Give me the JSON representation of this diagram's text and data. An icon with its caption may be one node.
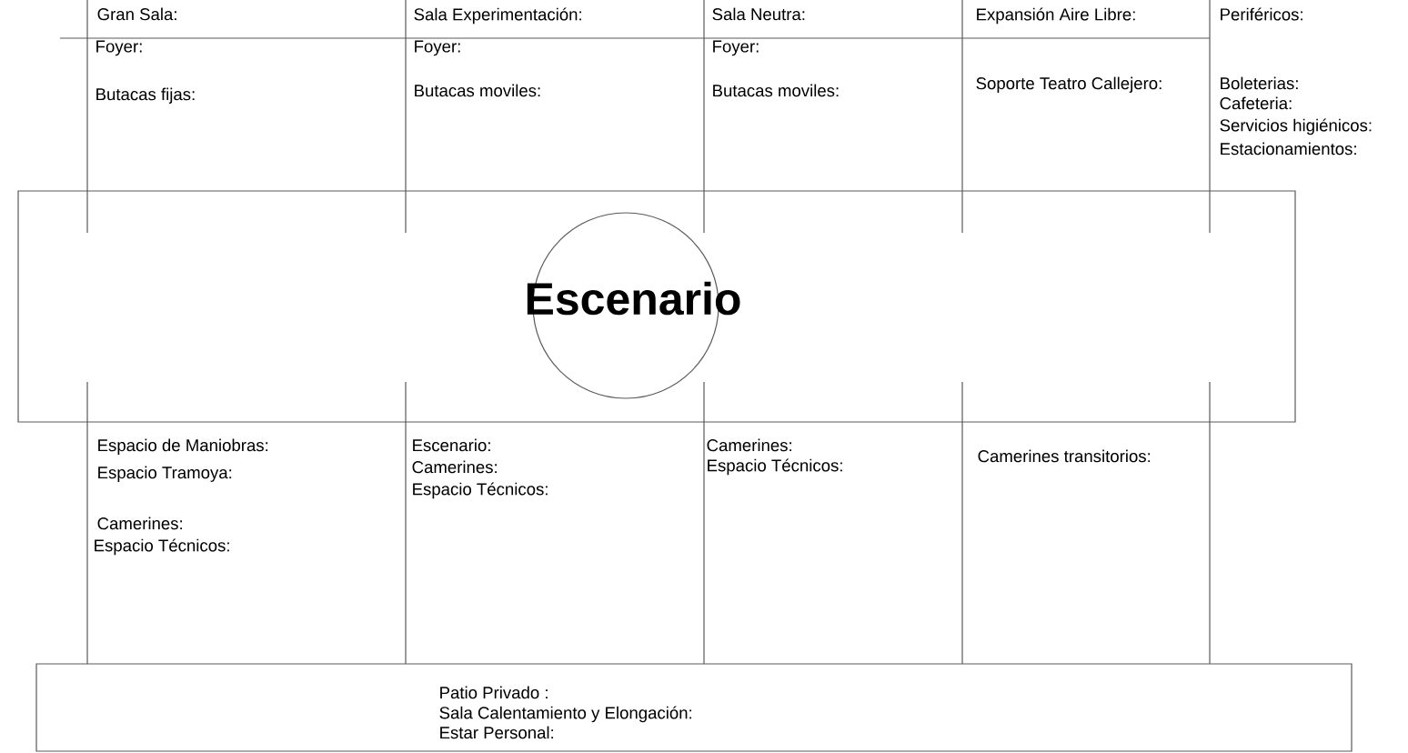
{
  "diagram": {
    "nodes": [
      {
        "text": [
          "Gran Sala:",
          "Foyer:",
          "Butacas fijas:"
        ]
      },
      {
        "text": [
          "Sala Experimentación:",
          "Foyer:",
          "Butacas moviles:"
        ]
      },
      {
        "text": [
          "Sala Neutra:",
          "Foyer:",
          "Butacas moviles:"
        ]
      },
      {
        "text": [
          "Expansión Aire Libre:",
          "Soporte Teatro Callejero:"
        ]
      },
      {
        "text": [
          "Periféricos:",
          "Boleterias:",
          "Cafeteria:",
          "Servicios higiénicos:",
          "Estacionamientos:"
        ]
      },
      {
        "text": [],
        "shape": "box"
      },
      {
        "text": [
          "Escenario"
        ],
        "in": 5
      },
      {
        "text": [
          "Espacio de Maniobras:",
          "Espacio Tramoya:",
          "Camerines:",
          "Espacio Técnicos:"
        ]
      },
      {
        "text": [
          "Escenario:",
          "Camerines:",
          "Espacio Técnicos:"
        ]
      },
      {
        "text": [
          "Camerines:",
          "Espacio Técnicos:"
        ]
      },
      {
        "text": [
          "Camerines transitorios:"
        ]
      },
      {
        "text": [
          "Patio Privado :",
          "Sala Calentamiento y Elongación:",
          "Estar Personal:"
        ]
      }
    ]
  }
}
